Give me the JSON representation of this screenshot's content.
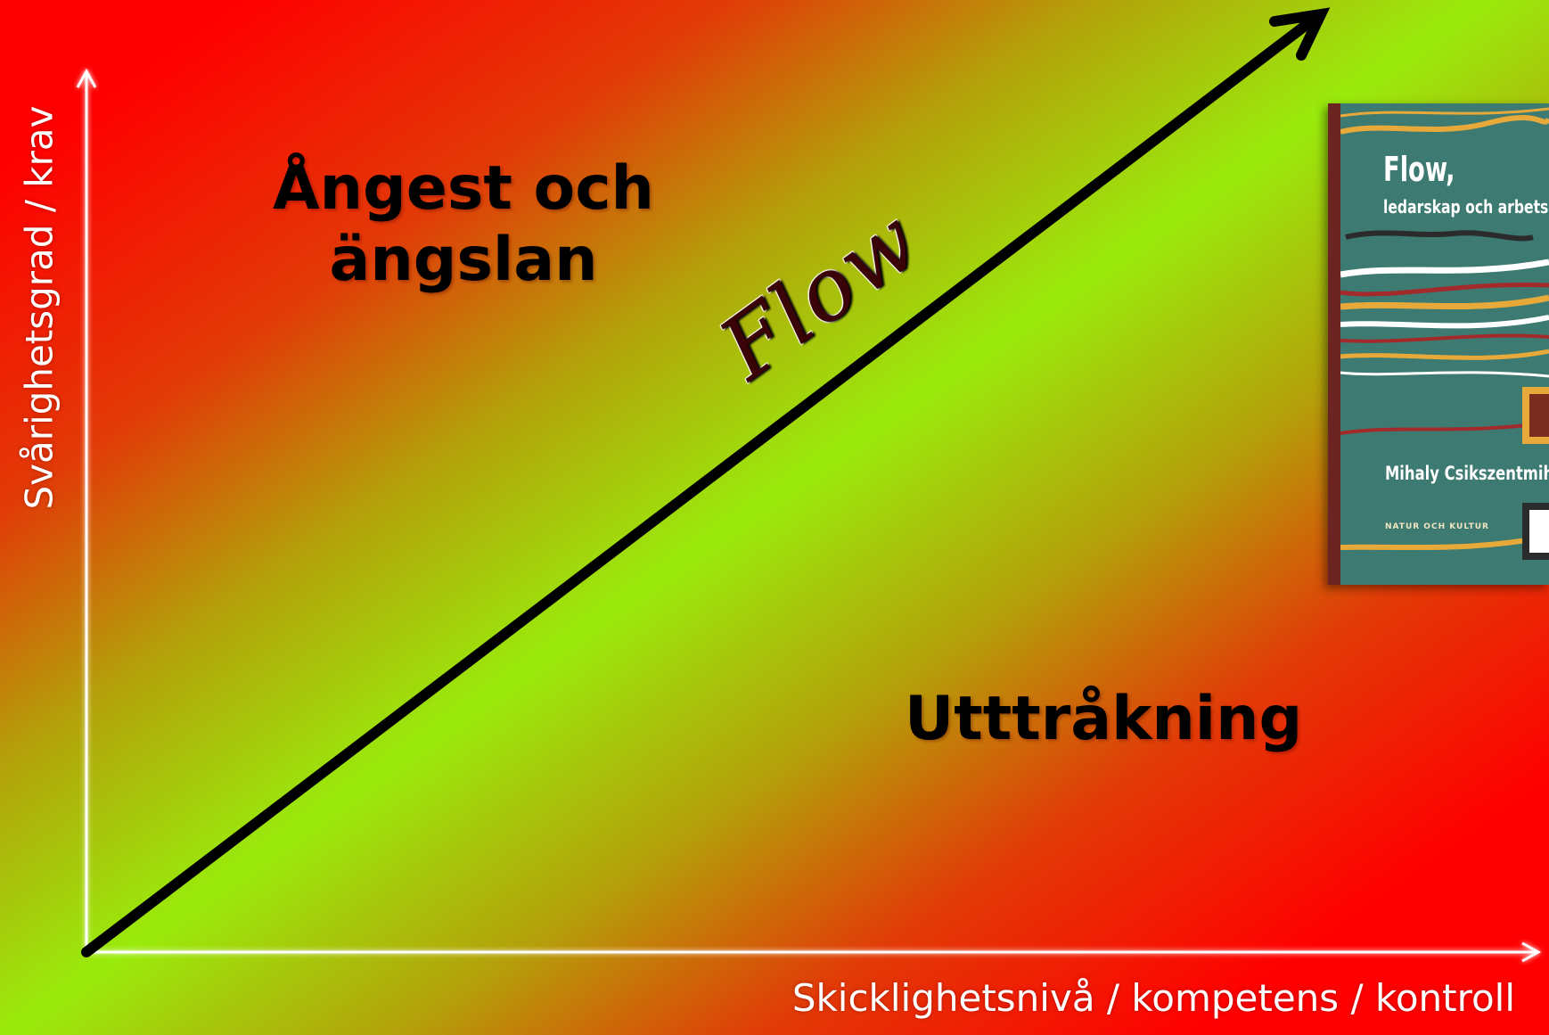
{
  "axes": {
    "y_title": "Svårighetsgrad / krav",
    "x_title": "Skicklighetsnivå / kompetens / kontroll"
  },
  "regions": {
    "anxiety_line1": "Ångest och",
    "anxiety_line2": "ängslan",
    "boredom": "Utttråkning",
    "flow": "Flow"
  },
  "book": {
    "title": "Flow,",
    "subtitle": "ledarskap och arbetsgl",
    "author": "Mihaly Csikszentmiha",
    "publisher": "NATUR OCH KULTUR"
  },
  "colors": {
    "outer": "#ff0000",
    "diagonal": "#9aeb0c",
    "axis": "#ffffff",
    "flow_arrow": "#000000",
    "book_cover": "#3d7a72"
  }
}
